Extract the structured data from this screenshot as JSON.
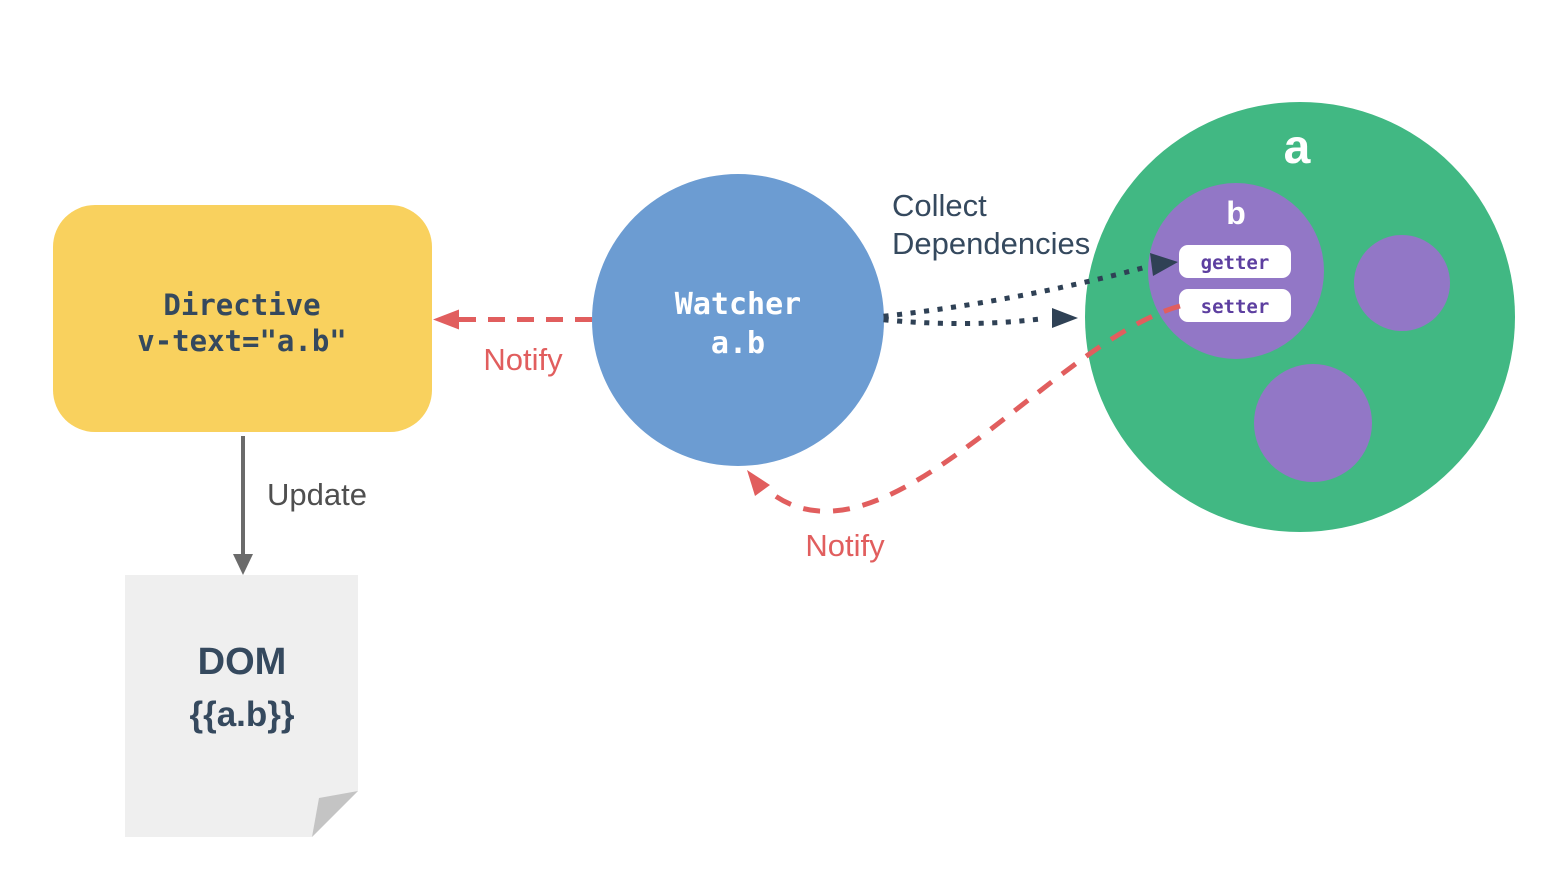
{
  "diagram": {
    "directive": {
      "line1": "Directive",
      "line2": "v-text=\"a.b\""
    },
    "update_label": "Update",
    "dom": {
      "line1": "DOM",
      "line2": "{{a.b}}"
    },
    "watcher": {
      "line1": "Watcher",
      "line2": "a.b"
    },
    "notify_left_label": "Notify",
    "notify_bottom_label": "Notify",
    "collect": {
      "line1": "Collect",
      "line2": "Dependencies"
    },
    "data_object": {
      "label": "a",
      "nested": {
        "label": "b",
        "getter_label": "getter",
        "setter_label": "setter"
      }
    }
  },
  "colors": {
    "yellow": "#F9D15E",
    "blue": "#6C9CD2",
    "green": "#41B883",
    "purple": "#9277C6",
    "purple_text": "#5D3FA0",
    "red": "#E15E5E",
    "navy": "#35495E",
    "arrow_navy": "#2F4155",
    "gray_arrow": "#6B6B6B",
    "gray_text": "#4F4F4F",
    "doc_fill": "#EFEFEF",
    "doc_fold": "#C4C4C4",
    "white": "#FFFFFF"
  }
}
